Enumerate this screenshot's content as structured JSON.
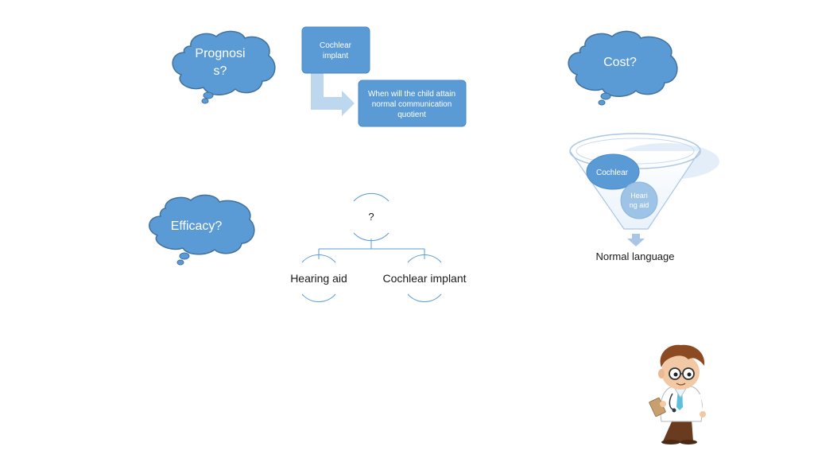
{
  "thought_bubbles": {
    "prognosis": {
      "line1": "Prognosi",
      "line2": "s?"
    },
    "cost": {
      "label": "Cost?"
    },
    "efficacy": {
      "label": "Efficacy?"
    }
  },
  "process": {
    "step1": {
      "line1": "Cochlear",
      "line2": "implant"
    },
    "step2": {
      "line1": "When will the child attain",
      "line2": "normal communication",
      "line3": "quotient"
    }
  },
  "hierarchy": {
    "root": "?",
    "left": "Hearing aid",
    "right": "Cochlear implant"
  },
  "funnel": {
    "item1": "Cochlear",
    "item2_line1": "Heari",
    "item2_line2": "ng aid",
    "result": "Normal language"
  },
  "colors": {
    "shape_fill": "#5b9bd5",
    "shape_stroke": "#41719c",
    "arrow": "#bdd7ee",
    "line": "#5b9bd5"
  },
  "icons": [
    "doctor-cartoon-icon"
  ]
}
